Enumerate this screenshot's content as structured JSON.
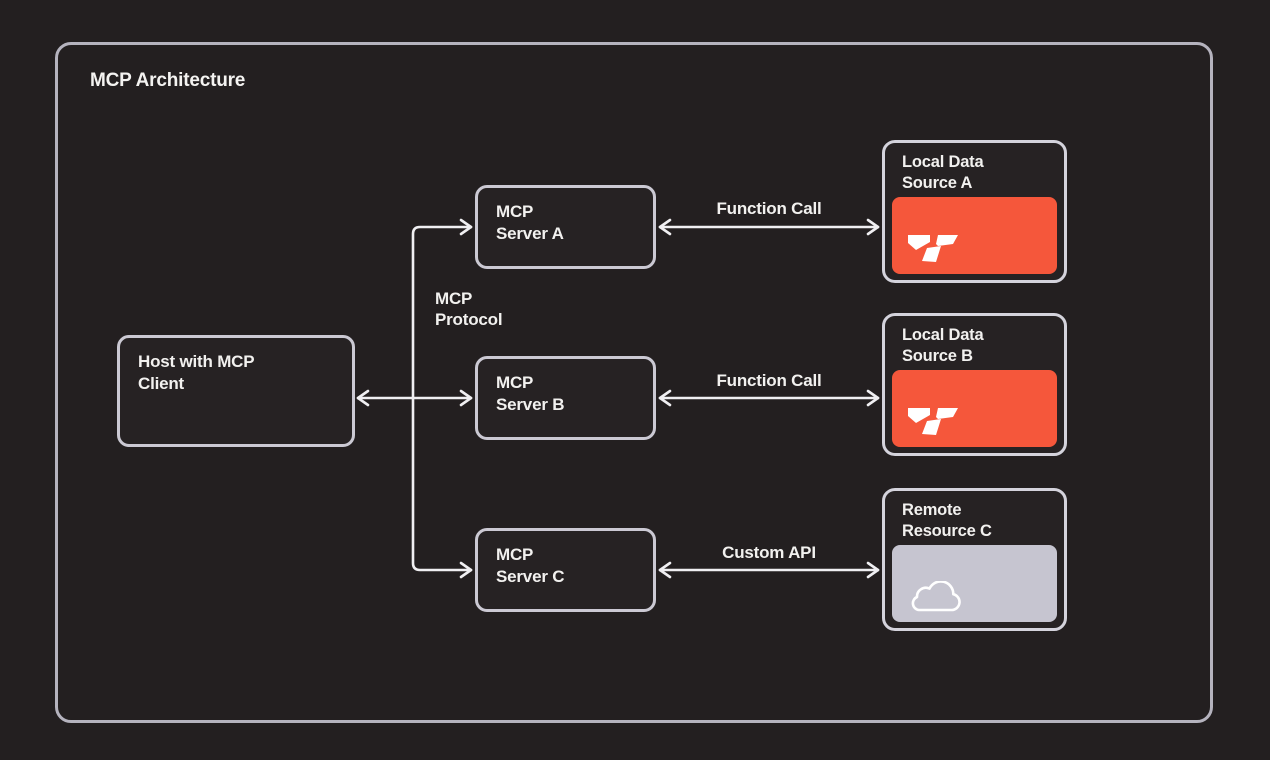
{
  "title": "MCP Architecture",
  "host": {
    "label": "Host with MCP\nClient"
  },
  "protocol_label": "MCP\nProtocol",
  "servers": [
    {
      "id": "server-a",
      "label": "MCP\nServer A"
    },
    {
      "id": "server-b",
      "label": "MCP\nServer B"
    },
    {
      "id": "server-c",
      "label": "MCP\nServer C"
    }
  ],
  "sources": [
    {
      "id": "source-a",
      "label": "Local Data\nSource A",
      "panel_color": "#F5573B",
      "icon": "y-logo-icon"
    },
    {
      "id": "source-b",
      "label": "Local Data\nSource B",
      "panel_color": "#F5573B",
      "icon": "y-logo-icon"
    },
    {
      "id": "source-c",
      "label": "Remote\nResource C",
      "panel_color": "#C6C5D0",
      "icon": "cloud-icon"
    }
  ],
  "connections": [
    {
      "from": "server-a",
      "to": "source-a",
      "label": "Function Call",
      "style": "double-arrow"
    },
    {
      "from": "server-b",
      "to": "source-b",
      "label": "Function Call",
      "style": "double-arrow"
    },
    {
      "from": "server-c",
      "to": "source-c",
      "label": "Custom API",
      "style": "double-arrow"
    }
  ],
  "colors": {
    "background": "#231F20",
    "frame_border": "#B5B3BE",
    "box_border": "#CBC9D3",
    "text": "#F2F1EF",
    "line": "#F0EFF2",
    "accent_orange": "#F5573B",
    "panel_gray": "#C6C5D0"
  }
}
